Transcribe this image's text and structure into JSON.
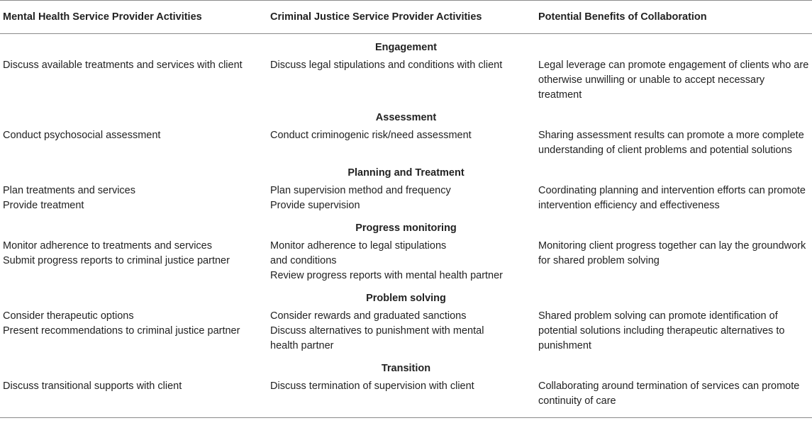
{
  "headers": [
    "Mental Health Service Provider Activities",
    "Criminal Justice Service Provider Activities",
    "Potential Benefits of Collaboration"
  ],
  "sections": [
    {
      "title": "Engagement",
      "mental": [
        "Discuss available treatments and services with client"
      ],
      "justice": [
        "Discuss legal stipulations and conditions with client"
      ],
      "benefit": "Legal leverage can promote engagement of clients who are otherwise unwilling or unable to accept necessary treatment"
    },
    {
      "title": "Assessment",
      "mental": [
        "Conduct psychosocial assessment"
      ],
      "justice": [
        "Conduct criminogenic risk/need assessment"
      ],
      "benefit": "Sharing assessment results can promote a more complete understanding of client problems and potential solutions"
    },
    {
      "title": "Planning and Treatment",
      "mental": [
        "Plan treatments and services",
        "Provide treatment"
      ],
      "justice": [
        "Plan supervision method and frequency",
        "Provide supervision"
      ],
      "benefit": "Coordinating planning and intervention efforts can promote intervention efficiency and effectiveness"
    },
    {
      "title": "Progress monitoring",
      "mental": [
        "Monitor adherence to treatments and services",
        "Submit progress reports to criminal justice partner"
      ],
      "justice": [
        "Monitor adherence to legal stipulations",
        "and conditions",
        "Review progress reports with mental health partner"
      ],
      "benefit": "Monitoring client progress together can lay the groundwork for shared problem solving"
    },
    {
      "title": "Problem solving",
      "mental": [
        "Consider therapeutic options",
        "Present recommendations to criminal justice partner"
      ],
      "justice": [
        "Consider rewards and graduated sanctions",
        "Discuss alternatives to punishment with mental",
        "health partner"
      ],
      "benefit": "Shared problem solving can promote identification of potential solutions including therapeutic alternatives to punishment"
    },
    {
      "title": "Transition",
      "mental": [
        "Discuss transitional supports with client"
      ],
      "justice": [
        "Discuss termination of supervision with client"
      ],
      "benefit": "Collaborating around termination of services can promote continuity of care"
    }
  ]
}
